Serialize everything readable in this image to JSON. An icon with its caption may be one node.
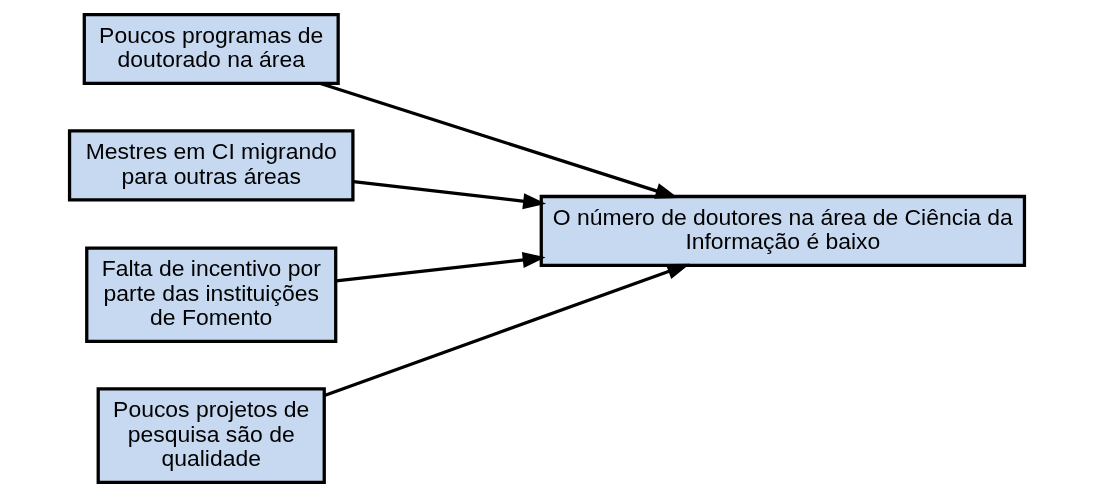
{
  "diagram": {
    "nodes": [
      {
        "text": [
          "Poucos programas de doutorado na área"
        ]
      },
      {
        "text": [
          "Mestres em CI migrando para outras áreas"
        ]
      },
      {
        "text": [
          "O número de doutores na área de Ciência da Informação é baixo"
        ]
      },
      {
        "text": [
          "Falta de incentivo por parte das instituições de Fomento"
        ]
      },
      {
        "text": [
          "Poucos projetos de pesquisa são de qualidade"
        ]
      }
    ],
    "edges": [
      {
        "from": 0,
        "to": 2,
        "arrow": "to"
      },
      {
        "from": 1,
        "to": 2,
        "arrow": "to"
      },
      {
        "from": 3,
        "to": 2,
        "arrow": "to"
      },
      {
        "from": 4,
        "to": 2,
        "arrow": "to"
      }
    ]
  }
}
